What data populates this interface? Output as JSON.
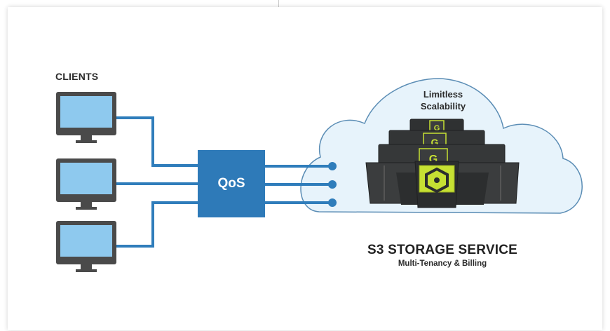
{
  "clients": {
    "label": "CLIENTS",
    "count": 3
  },
  "qos": {
    "label": "QoS"
  },
  "cloud": {
    "label": "Limitless Scalability",
    "service_title": "S3 STORAGE SERVICE",
    "service_subtitle": "Multi-Tenancy & Billing"
  },
  "colors": {
    "link": "#2f7dbb",
    "qos_box": "#2e7ab8",
    "cloud_fill": "#e7f3fb",
    "cloud_stroke": "#5b8db5",
    "monitor_screen": "#8ec9ee",
    "monitor_frame": "#4a4a4a",
    "server_body": "#3b3d3e",
    "server_accent": "#c6e033"
  },
  "icons": [
    "monitor-icon",
    "server-icon",
    "cloud-icon"
  ]
}
